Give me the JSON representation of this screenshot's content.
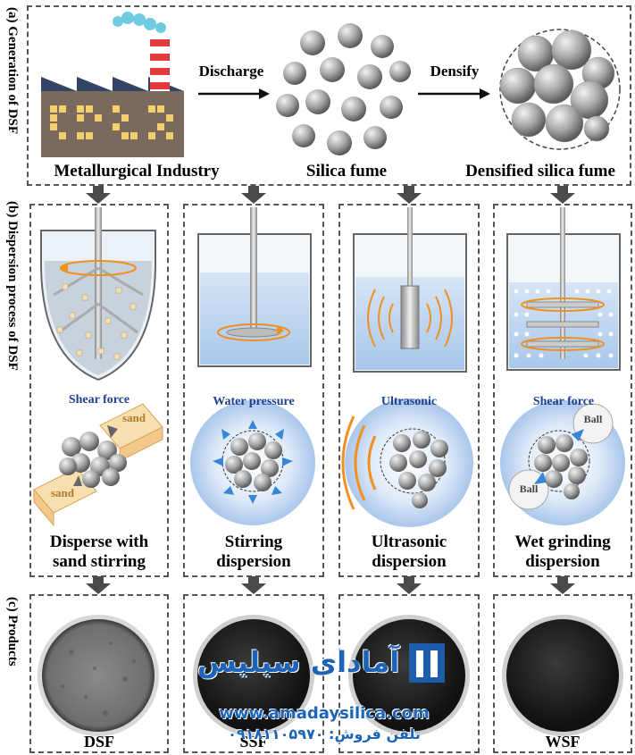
{
  "panel_a": {
    "side_label": "(a) Generation of DSF",
    "arrow_discharge": "Discharge",
    "arrow_densify": "Densify",
    "labels": [
      "Metallurgical Industry",
      "Silica fume",
      "Densified silica fume"
    ]
  },
  "panel_b": {
    "side_label": "(b) Dispersion process of DSF",
    "methods": [
      {
        "force": "Shear force",
        "caption_l1": "Disperse with",
        "caption_l2": "sand stirring",
        "tags": [
          "sand",
          "sand"
        ]
      },
      {
        "force": "Water pressure",
        "caption_l1": "Stirring",
        "caption_l2": "dispersion",
        "tags": []
      },
      {
        "force": "Ultrasonic",
        "caption_l1": "Ultrasonic",
        "caption_l2": "dispersion",
        "tags": []
      },
      {
        "force": "Shear force",
        "caption_l1": "Wet grinding",
        "caption_l2": "dispersion",
        "tags": [
          "Ball",
          "Ball"
        ]
      }
    ]
  },
  "panel_c": {
    "side_label": "(c) Products",
    "products": [
      "DSF",
      "SSF",
      "",
      "WSF"
    ]
  },
  "watermark": {
    "brand_fa": "آمادای سیلیس",
    "url": "www.amadaysilica.com",
    "phone_fa": "تلفن فروش: ۰۹۱۸۱۱۰۵۹۷۰"
  },
  "colors": {
    "accent_blue": "#1f3f8f",
    "orange": "#f0901e",
    "watermark_blue": "#1c64b8"
  }
}
